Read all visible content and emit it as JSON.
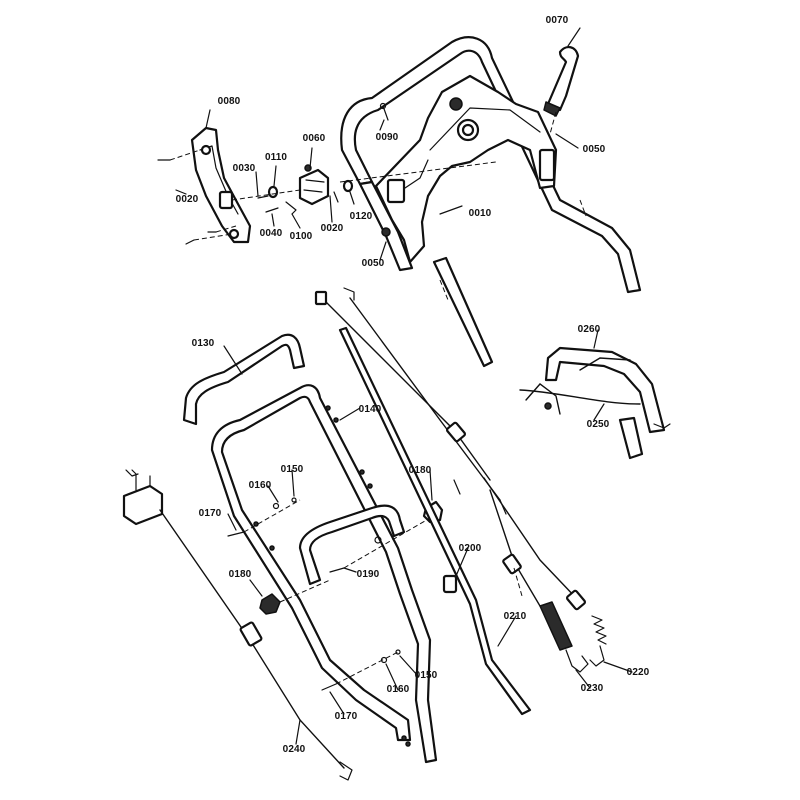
{
  "diagram": {
    "parts": [
      {
        "id": "p0010",
        "label": "0010"
      },
      {
        "id": "p0020a",
        "label": "0020"
      },
      {
        "id": "p0020b",
        "label": "0020"
      },
      {
        "id": "p0030",
        "label": "0030"
      },
      {
        "id": "p0040",
        "label": "0040"
      },
      {
        "id": "p0050a",
        "label": "0050"
      },
      {
        "id": "p0050b",
        "label": "0050"
      },
      {
        "id": "p0060",
        "label": "0060"
      },
      {
        "id": "p0070",
        "label": "0070"
      },
      {
        "id": "p0080",
        "label": "0080"
      },
      {
        "id": "p0090",
        "label": "0090"
      },
      {
        "id": "p0100",
        "label": "0100"
      },
      {
        "id": "p0110",
        "label": "0110"
      },
      {
        "id": "p0120",
        "label": "0120"
      },
      {
        "id": "p0130",
        "label": "0130"
      },
      {
        "id": "p0140",
        "label": "0140"
      },
      {
        "id": "p0150a",
        "label": "0150"
      },
      {
        "id": "p0150b",
        "label": "0150"
      },
      {
        "id": "p0160a",
        "label": "0160"
      },
      {
        "id": "p0160b",
        "label": "0160"
      },
      {
        "id": "p0170a",
        "label": "0170"
      },
      {
        "id": "p0170b",
        "label": "0170"
      },
      {
        "id": "p0180a",
        "label": "0180"
      },
      {
        "id": "p0180b",
        "label": "0180"
      },
      {
        "id": "p0190",
        "label": "0190"
      },
      {
        "id": "p0200",
        "label": "0200"
      },
      {
        "id": "p0210",
        "label": "0210"
      },
      {
        "id": "p0220",
        "label": "0220"
      },
      {
        "id": "p0230",
        "label": "0230"
      },
      {
        "id": "p0240",
        "label": "0240"
      },
      {
        "id": "p0250",
        "label": "0250"
      },
      {
        "id": "p0260",
        "label": "0260"
      }
    ],
    "colors": {
      "line": "#111111",
      "background": "#ffffff"
    }
  }
}
